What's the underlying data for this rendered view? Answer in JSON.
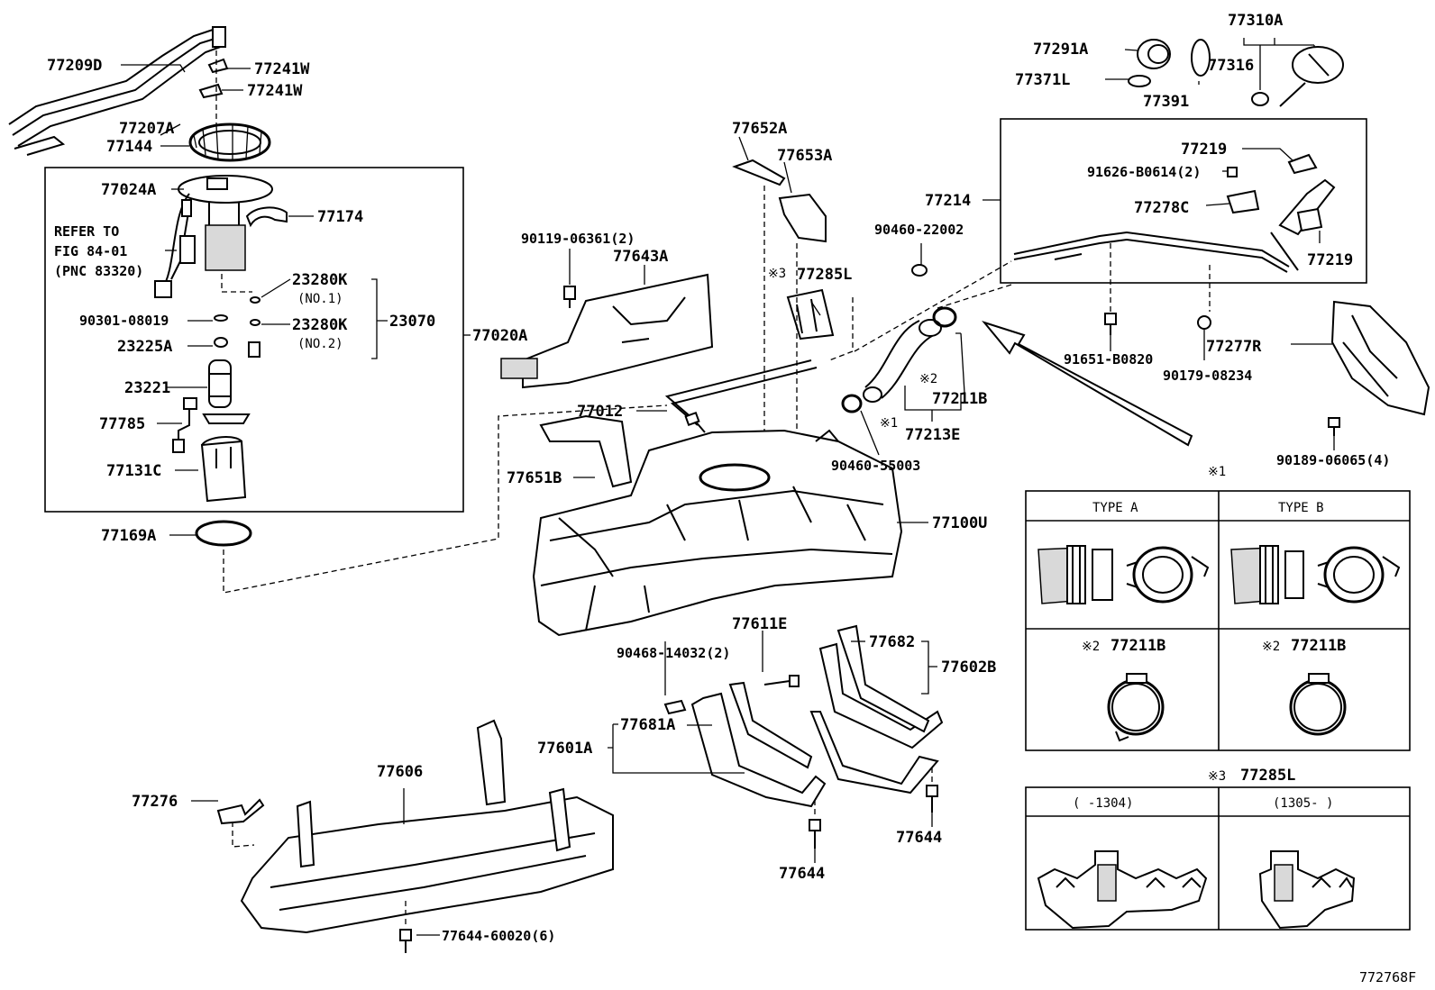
{
  "figure_code": "772768F",
  "reference_note": {
    "line1": "REFER TO",
    "line2": "FIG 84-01",
    "line3": "(PNC 83320)"
  },
  "labels": {
    "p77209D": "77209D",
    "p77241W_a": "77241W",
    "p77241W_b": "77241W",
    "p77207A": "77207A",
    "p77144": "77144",
    "p77024A": "77024A",
    "p77174": "77174",
    "p23280K_1": "23280K",
    "no1": "(NO.1)",
    "p90301": "90301-08019",
    "p23280K_2": "23280K",
    "no2": "(NO.2)",
    "p23070": "23070",
    "p23225A": "23225A",
    "p23221": "23221",
    "p77785": "77785",
    "p77131C": "77131C",
    "p77020A": "77020A",
    "p77169A": "77169A",
    "p90119": "90119-06361(2)",
    "p77643A": "77643A",
    "p77652A": "77652A",
    "p77653A": "77653A",
    "mark3a": "※3",
    "p77285L": "77285L",
    "p77012": "77012",
    "p77651B": "77651B",
    "p77100U": "77100U",
    "p90460_22002": "90460-22002",
    "mark2a": "※2",
    "p77211B": "77211B",
    "mark1a": "※1",
    "p77213E": "77213E",
    "p90460_55003": "90460-55003",
    "p77214": "77214",
    "p77291A": "77291A",
    "p77310A": "77310A",
    "p77316": "77316",
    "p77371L": "77371L",
    "p77391": "77391",
    "p77219_a": "77219",
    "p91626": "91626-B0614(2)",
    "p77278C": "77278C",
    "p77219_b": "77219",
    "p91651": "91651-B0820",
    "p90179": "90179-08234",
    "p77277R": "77277R",
    "p90189": "90189-06065(4)",
    "p77611E": "77611E",
    "p90468": "90468-14032(2)",
    "p77682": "77682",
    "p77602B": "77602B",
    "p77681A": "77681A",
    "p77601A": "77601A",
    "p77606": "77606",
    "p77276": "77276",
    "p77644_a": "77644",
    "p77644_b": "77644",
    "p77644_60020": "77644-60020(6)"
  },
  "inset1": {
    "mark": "※1",
    "type_a": "TYPE  A",
    "type_b": "TYPE  B",
    "mark2_a": "※2",
    "clamp_a": "77211B",
    "mark2_b": "※2",
    "clamp_b": "77211B"
  },
  "inset3": {
    "mark": "※3",
    "part": "77285L",
    "range_a": "(    -1304)",
    "range_b": "(1305-    )"
  }
}
